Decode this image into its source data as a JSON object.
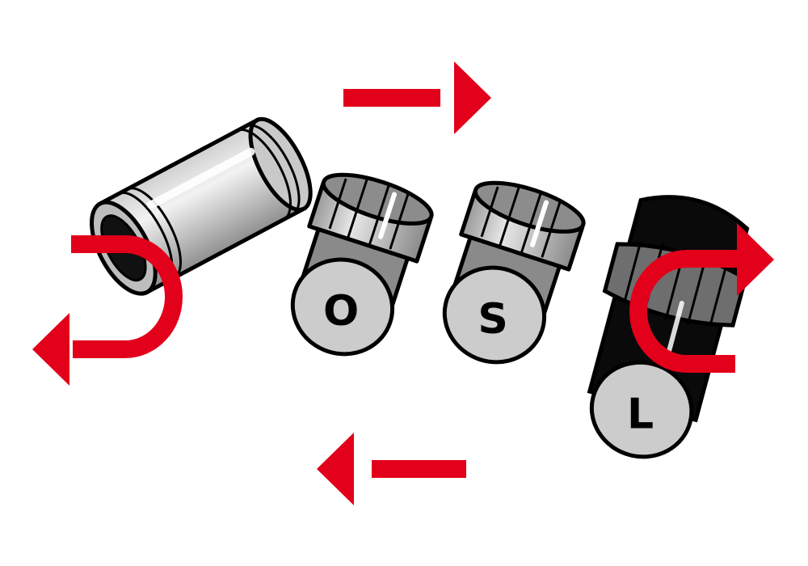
{
  "colors": {
    "arrow": "#e2001a",
    "metal_light": "#d9d9d9",
    "metal_mid": "#b8b8b8",
    "metal_dark": "#7d7d7d",
    "outline": "#000000",
    "black_body": "#0a0a0a",
    "label_text": "#000000",
    "background": "#ffffff"
  },
  "caps": [
    {
      "label": "O"
    },
    {
      "label": "S"
    },
    {
      "label": "L"
    }
  ],
  "arrows": [
    {
      "icon": "arrow-right-icon"
    },
    {
      "icon": "arrow-left-icon"
    },
    {
      "icon": "u-turn-left-icon"
    },
    {
      "icon": "u-turn-right-icon"
    }
  ]
}
